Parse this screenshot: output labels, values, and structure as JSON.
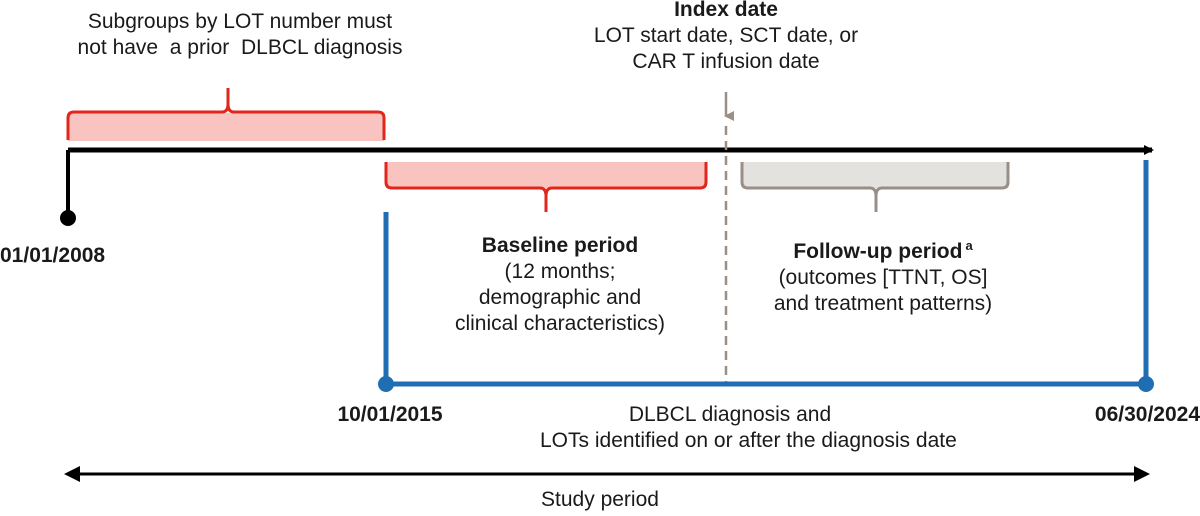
{
  "colors": {
    "timeline": "#000000",
    "red_bracket": "#e3261c",
    "red_fill": "#f9c3c0",
    "grey_bracket": "#9a8f86",
    "grey_fill": "#e4e2df",
    "blue": "#1f6db3",
    "dashed": "#9a8f86"
  },
  "subgroups_note": {
    "line1": "Subgroups by LOT number must",
    "line2": "not have  a prior  DLBCL diagnosis"
  },
  "index_date": {
    "title": "Index date",
    "line1": "LOT start date, SCT date, or",
    "line2": "CAR T infusion date"
  },
  "dates": {
    "start": "01/01/2008",
    "diagnosis_start": "10/01/2015",
    "end": "06/30/2024"
  },
  "baseline": {
    "title": "Baseline period",
    "line1": "(12 months;",
    "line2": "demographic and",
    "line3": "clinical characteristics)"
  },
  "followup": {
    "title": "Follow-up period",
    "superscript": "a",
    "line1": "(outcomes [TTNT, OS]",
    "line2": "and treatment patterns)"
  },
  "diagnosis_note": {
    "line1": "DLBCL diagnosis and",
    "line2": "LOTs identified on or after the diagnosis date"
  },
  "study_period": "Study period"
}
